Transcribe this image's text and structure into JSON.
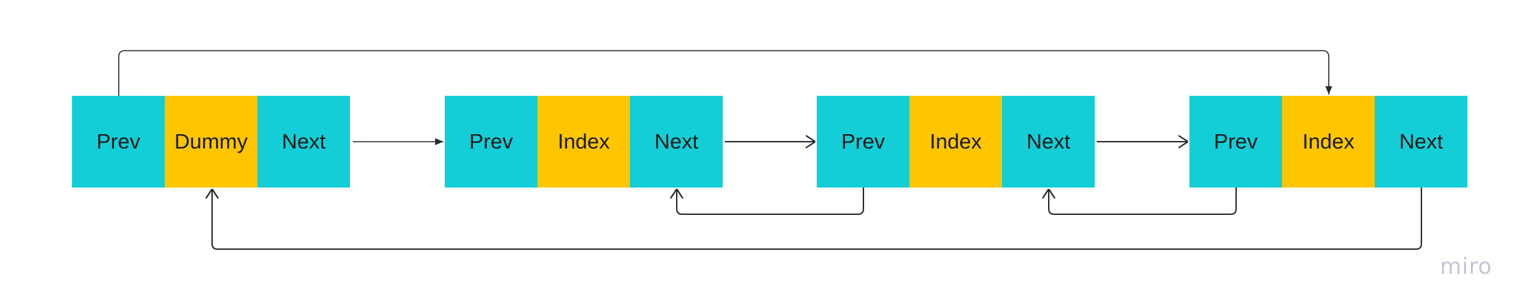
{
  "nodes": [
    {
      "id": "dummy-node",
      "fields": [
        {
          "label": "Prev",
          "color": "#13ced6"
        },
        {
          "label": "Dummy",
          "color": "#ffc600"
        },
        {
          "label": "Next",
          "color": "#13ced6"
        }
      ]
    },
    {
      "id": "node-1",
      "fields": [
        {
          "label": "Prev",
          "color": "#13ced6"
        },
        {
          "label": "Index",
          "color": "#ffc600"
        },
        {
          "label": "Next",
          "color": "#13ced6"
        }
      ]
    },
    {
      "id": "node-2",
      "fields": [
        {
          "label": "Prev",
          "color": "#13ced6"
        },
        {
          "label": "Index",
          "color": "#ffc600"
        },
        {
          "label": "Next",
          "color": "#13ced6"
        }
      ]
    },
    {
      "id": "node-3",
      "fields": [
        {
          "label": "Prev",
          "color": "#13ced6"
        },
        {
          "label": "Index",
          "color": "#ffc600"
        },
        {
          "label": "Next",
          "color": "#13ced6"
        }
      ]
    }
  ],
  "edges": [
    {
      "from": "dummy-node.Next",
      "to": "node-1.Prev"
    },
    {
      "from": "node-1.Next",
      "to": "node-2.Prev"
    },
    {
      "from": "node-2.Next",
      "to": "node-3.Prev"
    },
    {
      "from": "node-2.Prev",
      "to": "node-1.Next"
    },
    {
      "from": "node-3.Prev",
      "to": "node-2.Next"
    },
    {
      "from": "dummy-node.Prev",
      "to": "node-3.Index"
    },
    {
      "from": "node-3.Next",
      "to": "dummy-node.Dummy"
    }
  ],
  "colors": {
    "cyan": "#13ced6",
    "yellow": "#ffc600",
    "line": "#2b2b2b",
    "watermark": "#c3c7d0"
  },
  "watermark": "miro"
}
